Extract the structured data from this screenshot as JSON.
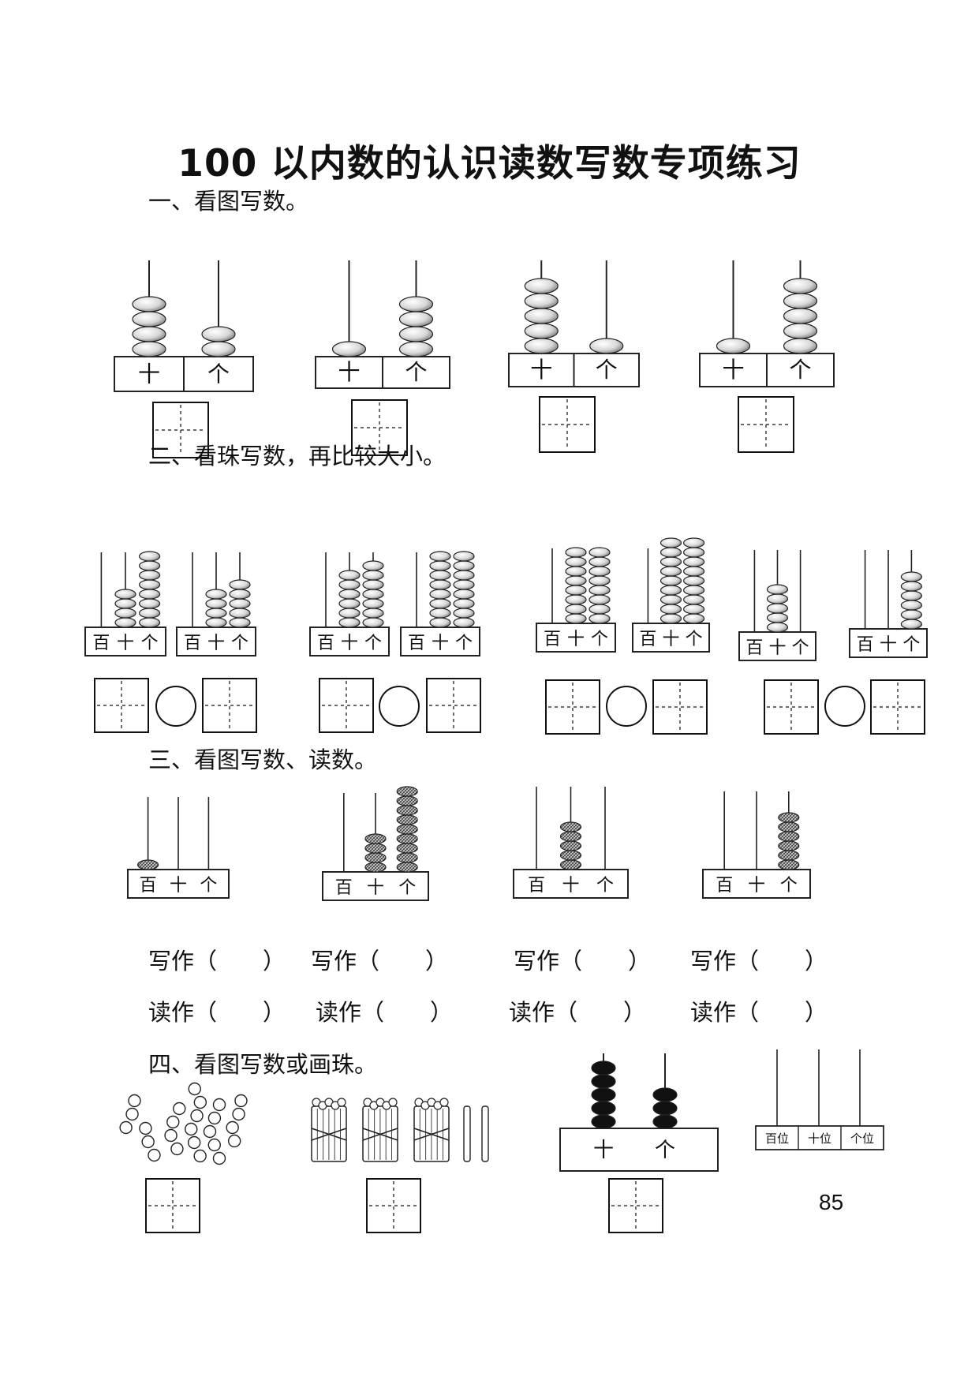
{
  "title": "100 以内数的认识读数写数专项练习",
  "sections": {
    "s1": "一、看图写数。",
    "s2": "二、看珠写数，再比较大小。",
    "s3": "三、看图写数、读数。",
    "s4": "四、看图写数或画珠。"
  },
  "abacus_labels": {
    "tens": "十",
    "ones": "个",
    "hundreds": "百",
    "hundreds_place": "百位",
    "tens_place": "十位",
    "ones_place": "个位"
  },
  "section1_counts": [
    {
      "tens": 4,
      "ones": 2
    },
    {
      "tens": 1,
      "ones": 4
    },
    {
      "tens": 5,
      "ones": 1
    },
    {
      "tens": 1,
      "ones": 5
    }
  ],
  "section2_pairs": [
    [
      {
        "hundreds": 0,
        "tens": 4,
        "ones": 8
      },
      {
        "hundreds": 0,
        "tens": 4,
        "ones": 5
      }
    ],
    [
      {
        "hundreds": 0,
        "tens": 6,
        "ones": 7
      },
      {
        "hundreds": 0,
        "tens": 8,
        "ones": 8
      }
    ],
    [
      {
        "hundreds": 0,
        "tens": 8,
        "ones": 8
      },
      {
        "hundreds": 0,
        "tens": 9,
        "ones": 9
      }
    ],
    [
      {
        "hundreds": 0,
        "tens": 5,
        "ones": 0
      },
      {
        "hundreds": 0,
        "tens": 0,
        "ones": 6
      }
    ]
  ],
  "section3_counts": [
    {
      "hundreds": 1,
      "tens": 0,
      "ones": 0
    },
    {
      "hundreds": 0,
      "tens": 4,
      "ones": 9
    },
    {
      "hundreds": 0,
      "tens": 5,
      "ones": 0
    },
    {
      "hundreds": 0,
      "tens": 0,
      "ones": 6
    }
  ],
  "write_label": "写作（　　）",
  "read_label": "读作（　　）",
  "section4_abacus": {
    "tens": 5,
    "ones": 3
  },
  "page_number": "85"
}
